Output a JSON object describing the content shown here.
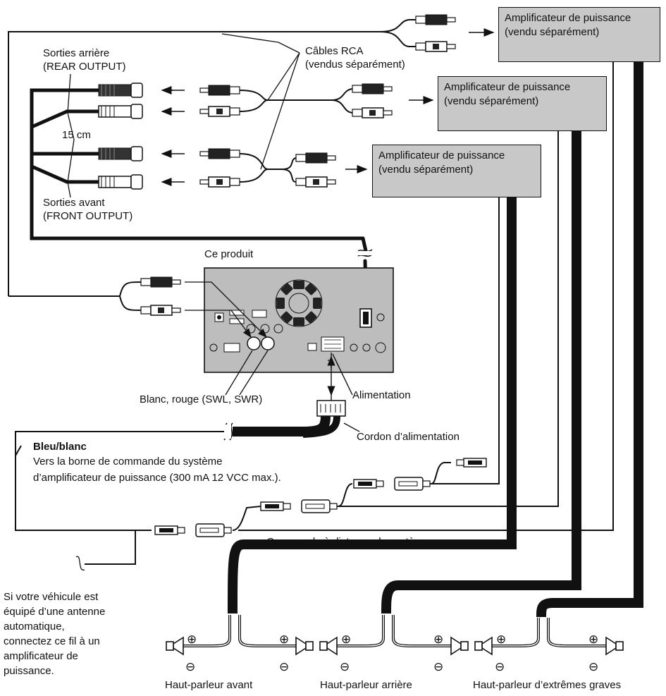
{
  "amplifiers": [
    {
      "line1": "Amplificateur de puissance",
      "line2": "(vendu séparément)"
    },
    {
      "line1": "Amplificateur de puissance",
      "line2": "(vendu séparément)"
    },
    {
      "line1": "Amplificateur de puissance",
      "line2": "(vendu séparément)"
    }
  ],
  "labels": {
    "rca_cables_1": "Câbles RCA",
    "rca_cables_2": "(vendus séparément)",
    "rear_output_1": "Sorties arrière",
    "rear_output_2": "(REAR OUTPUT)",
    "length": "15 cm",
    "front_output_1": "Sorties avant",
    "front_output_2": "(FRONT OUTPUT)",
    "product": "Ce produit",
    "swl_swr": "Blanc, rouge (SWL, SWR)",
    "power": "Alimentation",
    "power_cord": "Cordon d’alimentation",
    "blue_white": "Bleu/blanc",
    "blue_white_desc_1": "Vers la borne de commande du système",
    "blue_white_desc_2": "d’amplificateur de puissance (300 mA 12 VCC max.).",
    "remote_control": "Commande à distance du système",
    "antenna_note": [
      "Si votre véhicule est",
      "équipé d’une antenne",
      "automatique,",
      "connectez ce fil à un",
      "amplificateur de",
      "puissance."
    ]
  },
  "speakers": [
    {
      "label": "Haut-parleur avant"
    },
    {
      "label": "Haut-parleur arrière"
    },
    {
      "label": "Haut-parleur d’extrêmes graves"
    }
  ],
  "polarity": {
    "plus": "⊕",
    "minus": "⊖"
  }
}
